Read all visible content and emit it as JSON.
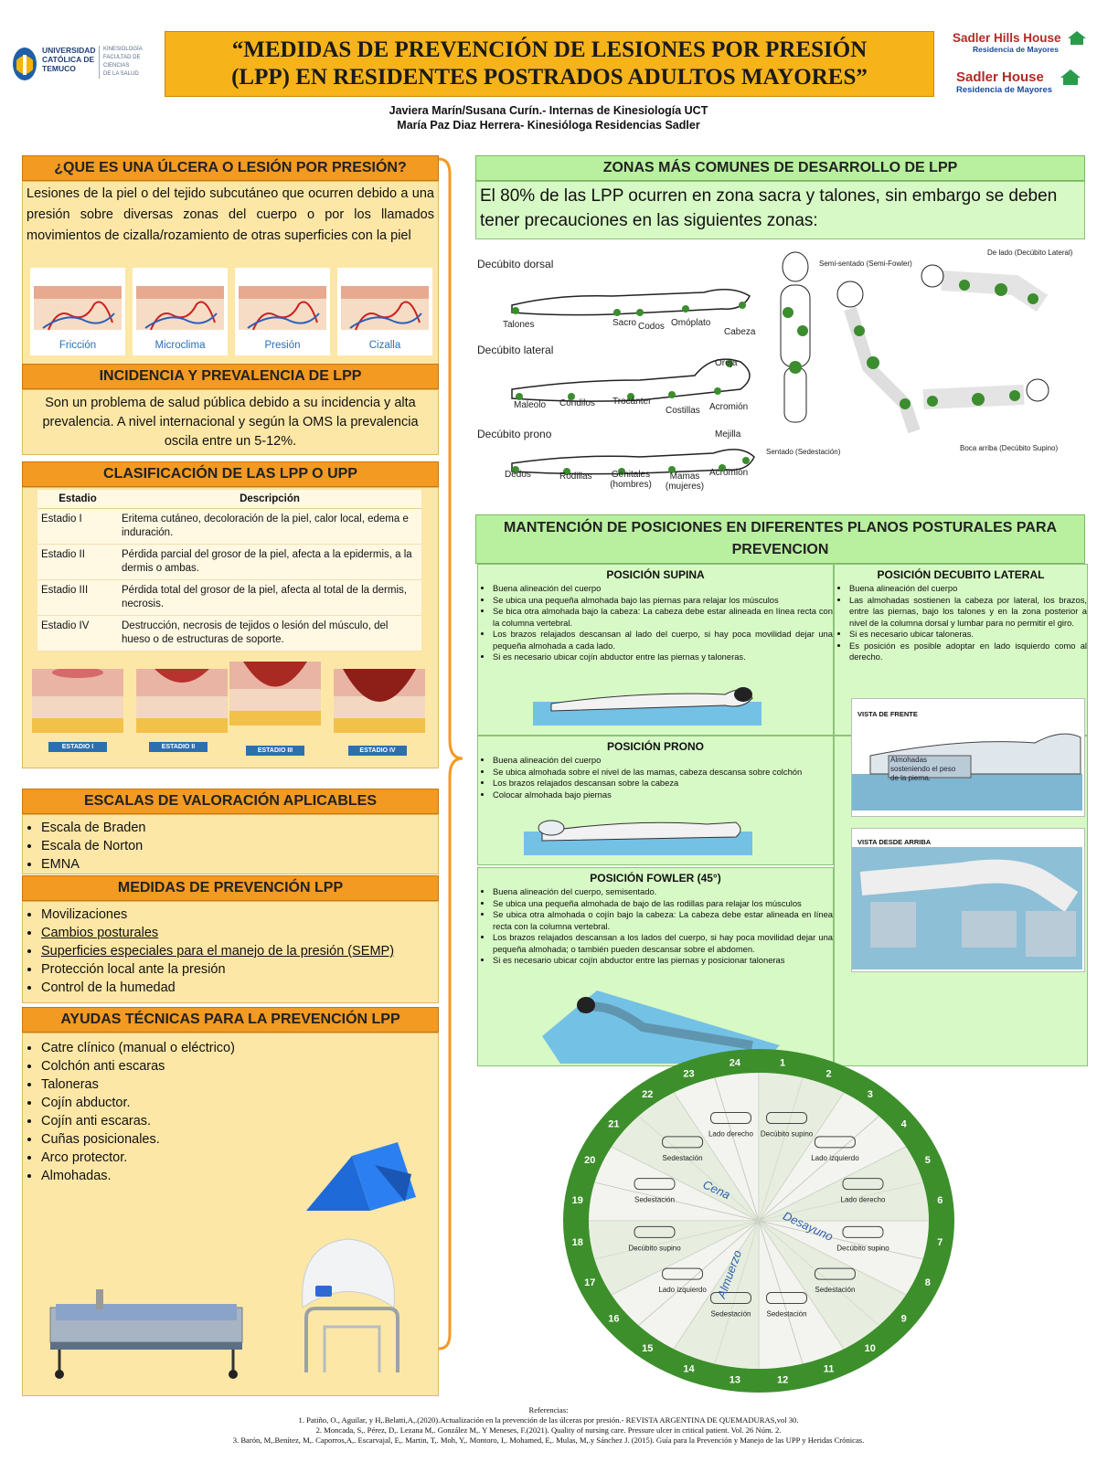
{
  "header": {
    "university_name": [
      "UNIVERSIDAD",
      "CATÓLICA DE",
      "TEMUCO"
    ],
    "faculty_name": [
      "KINESIOLOGÍA",
      "FACULTAD DE CIENCIAS",
      "DE LA SALUD"
    ],
    "title_line1": "“MEDIDAS DE PREVENCIÓN DE LESIONES POR PRESIÓN",
    "title_line2": "(LPP) EN RESIDENTES POSTRADOS  ADULTOS MAYORES”",
    "authors_line1": "Javiera Marín/Susana Curín.- Internas de Kinesiología UCT",
    "authors_line2": "María Paz Diaz Herrera- Kinesióloga Residencias Sadler",
    "logo1_name": "Sadler Hills House",
    "logo1_sub": "Residencia de Mayores",
    "logo2_name": "Sadler House",
    "logo2_sub": "Residencia de Mayores",
    "colors": {
      "title_bg": "#f6b41a",
      "orange_header": "#f39a22",
      "yellow_panel": "#fde7a6",
      "green_header": "#b9f09f",
      "green_panel": "#d7f9c5",
      "clock_ring": "#3d8f2c"
    }
  },
  "left": {
    "what_is": {
      "title": "¿QUE ES UNA ÚLCERA O LESIÓN POR PRESIÓN?",
      "body": "Lesiones de la piel o del tejido subcutáneo que ocurren debido a una presión sobre diversas zonas del cuerpo o por los llamados movimientos de cizalla/rozamiento de otras superficies con la piel",
      "mechanisms": [
        "Fricción",
        "Microclima",
        "Presión",
        "Cizalla"
      ]
    },
    "incidence": {
      "title": "INCIDENCIA Y PREVALENCIA DE LPP",
      "body": "Son un problema de salud pública debido a su incidencia y alta prevalencia. A nivel internacional y según la OMS la prevalencia oscila entre un 5-12%."
    },
    "classification": {
      "title": "CLASIFICACIÓN DE LAS LPP O UPP",
      "col_stage": "Estadio",
      "col_desc": "Descripción",
      "rows": [
        {
          "stage": "Estadio I",
          "desc": "Eritema cutáneo, decoloración de la piel, calor local, edema e induración."
        },
        {
          "stage": "Estadio II",
          "desc": "Pérdida parcial del grosor de la piel,  afecta a la epidermis, a la dermis o ambas."
        },
        {
          "stage": "Estadio III",
          "desc": "Pérdida total del grosor de la piel, afecta al total de la dermis, necrosis."
        },
        {
          "stage": "Estadio IV",
          "desc": "Destrucción, necrosis de tejidos o lesión del músculo, del hueso o de estructuras de soporte."
        }
      ],
      "stage_labels": [
        "ESTADIO I",
        "ESTADIO II",
        "ESTADIO III",
        "ESTADIO IV"
      ]
    },
    "scales": {
      "title": "ESCALAS DE VALORACIÓN APLICABLES",
      "items": [
        "Escala de Braden",
        "Escala de Norton",
        "EMNA"
      ]
    },
    "measures": {
      "title": "MEDIDAS DE PREVENCIÓN  LPP",
      "items": [
        "Movilizaciones",
        "Cambios posturales",
        "Superficies especiales para el manejo de la presión (SEMP)",
        "Protección local ante la presión",
        "Control de la humedad"
      ]
    },
    "aids": {
      "title": "AYUDAS TÉCNICAS PARA LA PREVENCIÓN  LPP",
      "items": [
        "Catre clínico (manual o eléctrico)",
        "Colchón anti escaras",
        "Taloneras",
        "Cojín abductor.",
        "Cojín anti escaras.",
        "Cuñas posicionales.",
        "Arco protector.",
        "Almohadas."
      ]
    }
  },
  "right": {
    "zones": {
      "title": "ZONAS MÁS COMUNES DE DESARROLLO DE LPP",
      "body": "El  80%  de las LPP ocurren en zona sacra y talones, sin embargo se deben tener precauciones en las siguientes zonas:",
      "dorsal": {
        "title": "Decúbito dorsal",
        "labels": [
          "Talones",
          "Sacro",
          "Codos",
          "Omóplato",
          "Cabeza"
        ]
      },
      "lateral": {
        "title": "Decúbito lateral",
        "labels": [
          "Maleolo",
          "Cóndilos",
          "Trocánter",
          "Costillas",
          "Acromión",
          "Oreja"
        ]
      },
      "prono": {
        "title": "Decúbito prono",
        "labels": [
          "Dedos",
          "Rodillas",
          "Genitales (hombres)",
          "Mamas (mujeres)",
          "Acromión",
          "Mejilla"
        ]
      },
      "figure_labels": [
        "Semi-sentado (Semi-Fowler)",
        "De lado (Decúbito Lateral)",
        "Sentado (Sedestación)",
        "Boca arriba (Decúbito Supino)"
      ]
    },
    "positions": {
      "title": "MANTENCIÓN DE POSICIONES EN DIFERENTES PLANOS POSTURALES PARA PREVENCION",
      "supina": {
        "title": "POSICIÓN SUPINA",
        "items": [
          "Buena alineación del cuerpo",
          "Se ubica una pequeña almohada bajo las piernas para relajar los músculos",
          "Se bica otra almohada bajo la cabeza: La cabeza debe estar alineada en línea recta con la columna vertebral.",
          "Los brazos relajados descansan al lado del cuerpo, si hay poca movilidad dejar una pequeña almohada a cada lado.",
          "Si es necesario ubicar cojín abductor entre las piernas y taloneras."
        ]
      },
      "lateral": {
        "title": "POSICIÓN DECUBITO LATERAL",
        "items": [
          "Buena alineación del cuerpo",
          "Las almohadas sostienen la cabeza por lateral, los brazos, entre las piernas, bajo los talones y en la zona posterior a nivel de la columna dorsal y lumbar para no permitir el giro.",
          "Si es necesario ubicar  taloneras.",
          "Es posición es posible adoptar en lado isquierdo como al derecho."
        ],
        "view_front": "VISTA DE FRENTE",
        "view_front_note": "Almohadas sosteniendo el peso de la pierna.",
        "view_top": "VISTA DESDE ARRIBA"
      },
      "prono": {
        "title": "POSICIÓN PRONO",
        "items": [
          "Buena alineación del cuerpo",
          "Se ubica almohada sobre el nivel de las mamas, cabeza descansa sobre colchón",
          "Los brazos relajados descansan sobre la cabeza",
          "Colocar almohada bajo piernas"
        ]
      },
      "fowler": {
        "title": "POSICIÓN FOWLER (45°)",
        "items": [
          "Buena alineación del cuerpo, semisentado.",
          "Se ubica una pequeña almohada de bajo de las rodillas para relajar los músculos",
          "Se ubica otra almohada o cojín bajo la cabeza: La cabeza debe estar alineada en línea recta con la columna vertebral.",
          "Los brazos relajados descansan a los lados del cuerpo, si hay poca movilidad dejar una pequeña almohada; o también pueden descansar   sobre el abdomen.",
          "Si es necesario ubicar cojín abductor entre las piernas y posicionar taloneras"
        ]
      }
    },
    "clock": {
      "hours": [
        "1",
        "2",
        "3",
        "4",
        "5",
        "6",
        "7",
        "8",
        "9",
        "10",
        "11",
        "12",
        "13",
        "14",
        "15",
        "16",
        "17",
        "18",
        "19",
        "20",
        "21",
        "22",
        "23",
        "24"
      ],
      "meals": [
        "Cena",
        "Desayuno",
        "Almuerzo"
      ],
      "positions": [
        "Decúbito supino",
        "Lado izquierdo",
        "Lado derecho",
        "Decúbito supino",
        "Sedestación",
        "Sedestación",
        "Sedestación",
        "Lado izquierdo",
        "Decúbito supino",
        "Sedestación",
        "Sedestación",
        "Lado derecho"
      ]
    }
  },
  "references": {
    "title": "Referencias:",
    "items": [
      "1.   Patiño, O., Aguilar, y H,.Belatti,A,.(2020).Actualización en la prevención de las úlceras por presión.- REVISTA ARGENTINA DE QUEMADURAS,vol 30.",
      "2.   Moncada, S,. Pérez, D,.  Lezana M,. González M,. Y Meneses, F.(2021). Quality of nursing care. Pressure ulcer in critical patient. Vol. 26 Núm. 2.",
      "3.   Barón, M,.Benítez, M,. Caporros,A,. Escarvajal, E,. Martin, T,. Moh, Y,. Montoro, I,. Mohamed, E,. Mulas, M,.y Sánchez J. (2015). Guía para la Prevención y Manejo de las UPP y Heridas Crónicas."
    ]
  }
}
